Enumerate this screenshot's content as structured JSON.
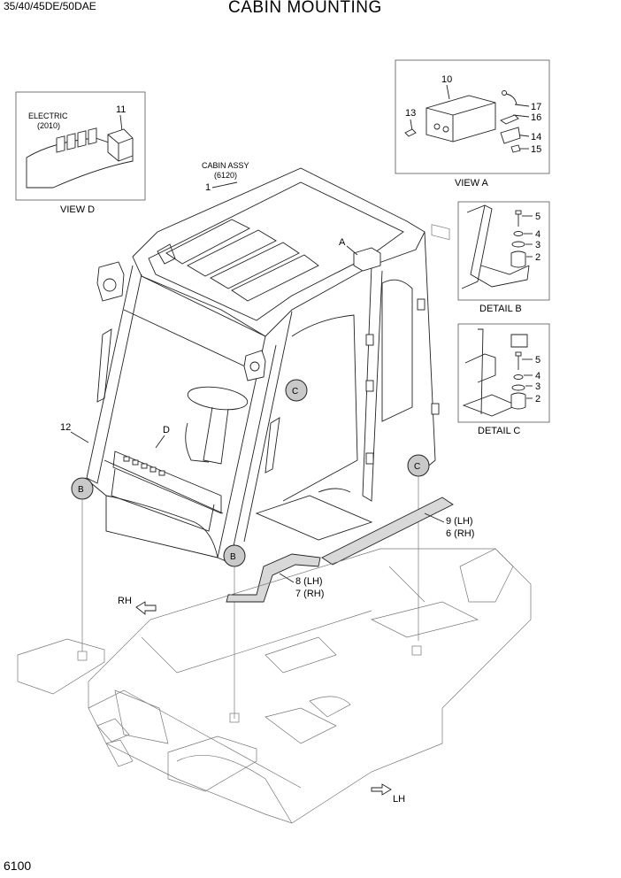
{
  "header": {
    "model": "35/40/45DE/50DAE",
    "title": "CABIN MOUNTING"
  },
  "footer": {
    "page_number": "6100"
  },
  "views": {
    "view_d": {
      "caption": "VIEW D",
      "note_line1": "ELECTRIC",
      "note_line2": "(2010)",
      "part": "11"
    },
    "view_a": {
      "caption": "VIEW A",
      "parts": [
        "10",
        "13",
        "17",
        "16",
        "14",
        "15"
      ]
    },
    "detail_b": {
      "caption": "DETAIL B",
      "parts": [
        "5",
        "4",
        "3",
        "2"
      ]
    },
    "detail_c": {
      "caption": "DETAIL C",
      "parts": [
        "5",
        "4",
        "3",
        "2"
      ]
    }
  },
  "main": {
    "cabin_assy_line1": "CABIN ASSY",
    "cabin_assy_line2": "(6120)",
    "callouts": {
      "p1": "1",
      "p12": "12",
      "a": "A",
      "d": "D",
      "p9": "9 (LH)",
      "p6": "6 (RH)",
      "p8": "8 (LH)",
      "p7": "7 (RH)"
    },
    "ref_circles": {
      "b": "B",
      "c": "C"
    },
    "directions": {
      "rh": "RH",
      "lh": "LH"
    }
  }
}
